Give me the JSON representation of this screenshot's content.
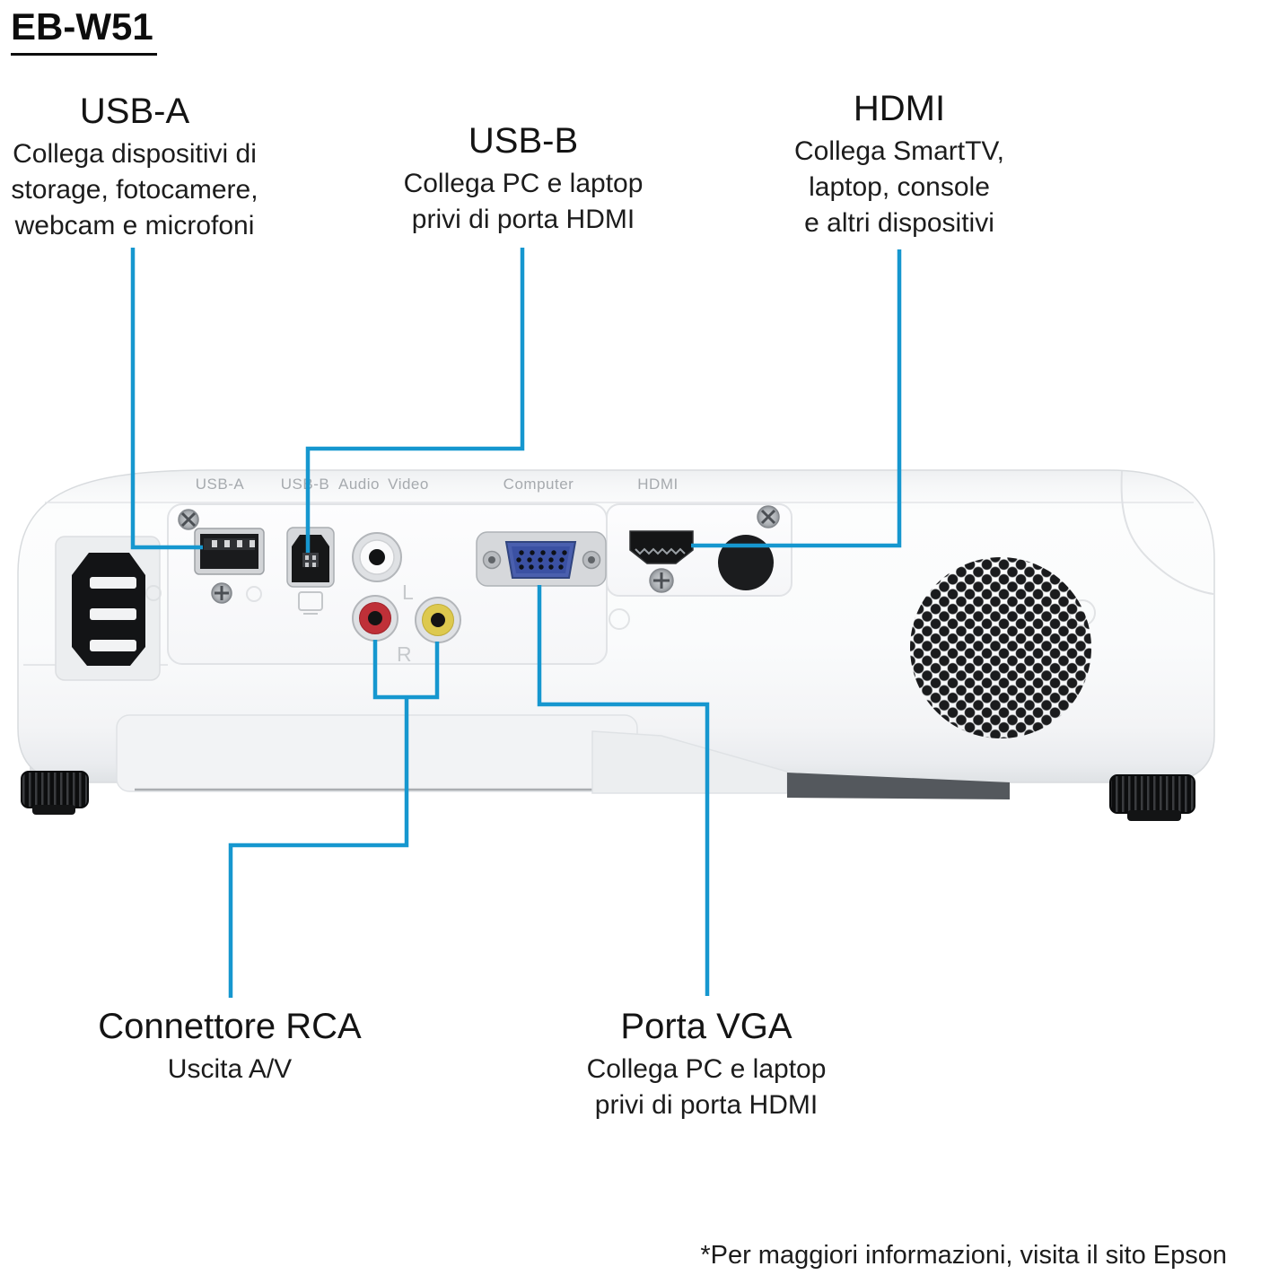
{
  "page": {
    "model": "EB-W51",
    "footnote": "*Per maggiori informazioni, visita il sito Epson",
    "accent_color": "#1697cf"
  },
  "callouts": {
    "usb_a": {
      "title": "USB-A",
      "line1": "Collega dispositivi di",
      "line2": "storage, fotocamere,",
      "line3": "webcam e microfoni"
    },
    "usb_b": {
      "title": "USB-B",
      "line1": "Collega PC e laptop",
      "line2": "privi di porta HDMI"
    },
    "hdmi": {
      "title": "HDMI",
      "line1": "Collega SmartTV,",
      "line2": "laptop, console",
      "line3": "e altri dispositivi"
    },
    "rca": {
      "title": "Connettore RCA",
      "line1": "Uscita A/V"
    },
    "vga": {
      "title": "Porta VGA",
      "line1": "Collega PC e laptop",
      "line2": "privi di porta HDMI"
    }
  },
  "projector": {
    "port_labels": {
      "usb_a": "USB-A",
      "usb_b": "USB-B",
      "audio": "Audio",
      "video": "Video",
      "computer": "Computer",
      "hdmi": "HDMI"
    },
    "channel_labels": {
      "left": "L",
      "right": "R"
    }
  }
}
